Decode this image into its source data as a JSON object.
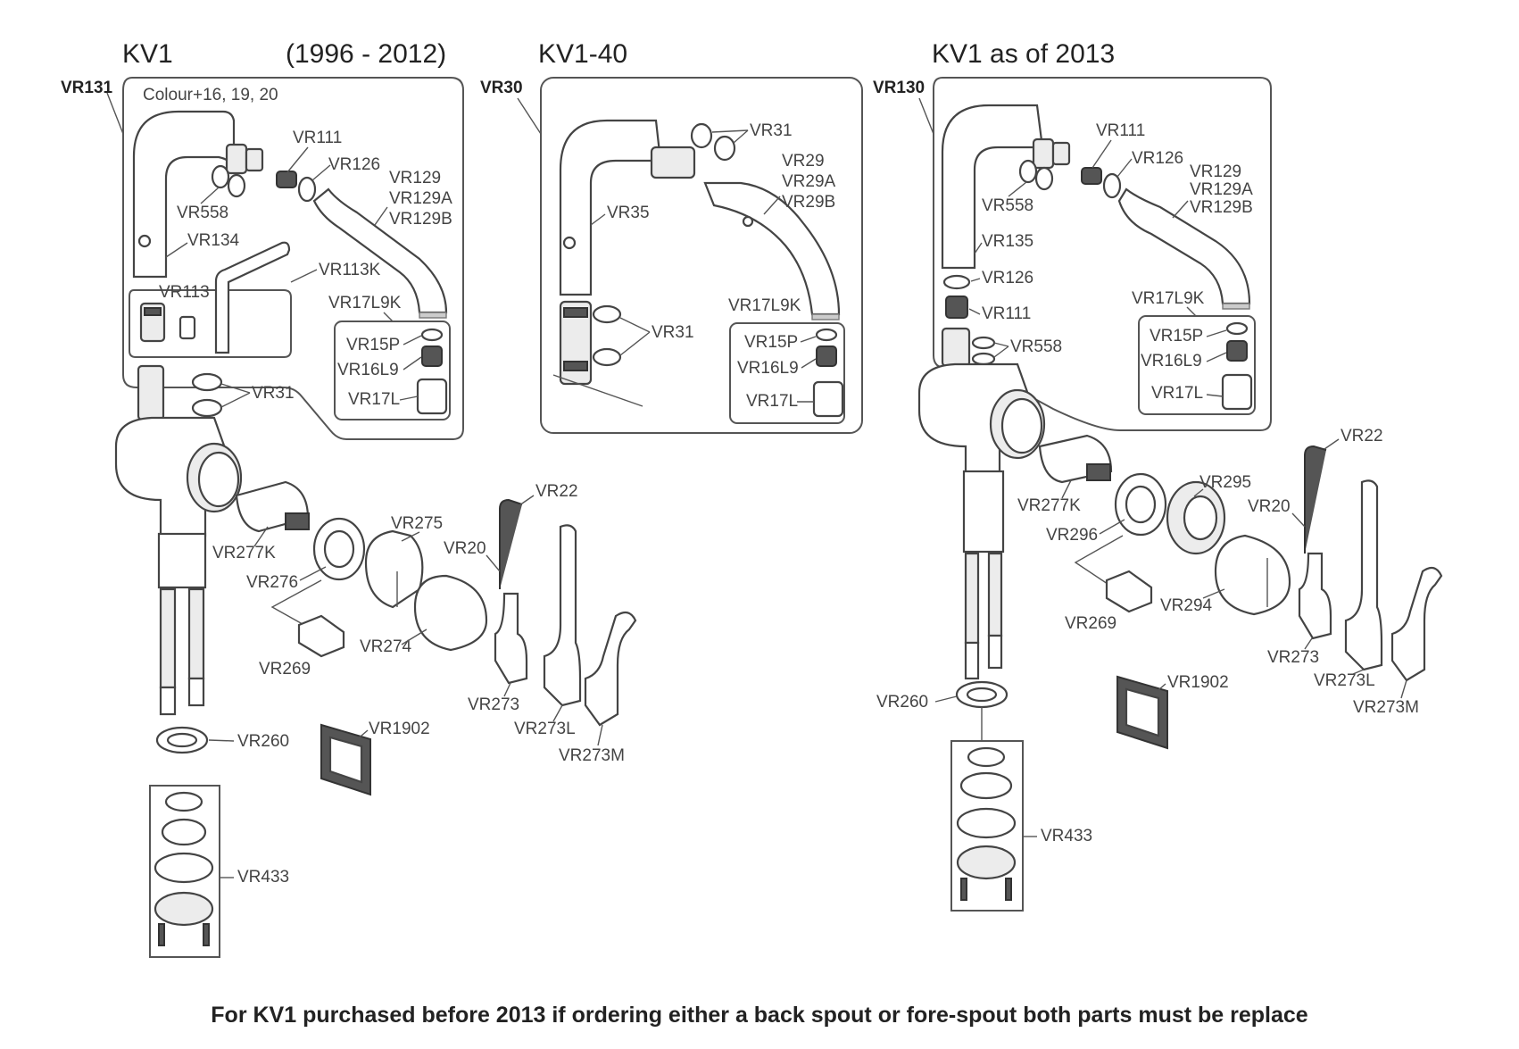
{
  "titles": {
    "kv1_old": "KV1",
    "kv1_old_years": "(1996 - 2012)",
    "kv1_40": "KV1-40",
    "kv1_new": "KV1 as of 2013"
  },
  "panel1": {
    "set": "VR131",
    "colour": "Colour+16, 19, 20",
    "labels": {
      "vr111": "VR111",
      "vr126": "VR126",
      "vr558": "VR558",
      "vr129": "VR129",
      "vr129a": "VR129A",
      "vr129b": "VR129B",
      "vr134": "VR134",
      "vr113k": "VR113K",
      "vr113": "VR113",
      "vr17l9k": "VR17L9K",
      "vr15p": "VR15P",
      "vr16l9": "VR16L9",
      "vr17l": "VR17L",
      "vr31": "VR31"
    }
  },
  "panel2": {
    "set": "VR30",
    "labels": {
      "vr31a": "VR31",
      "vr29": "VR29",
      "vr29a": "VR29A",
      "vr29b": "VR29B",
      "vr35": "VR35",
      "vr31b": "VR31",
      "vr17l9k": "VR17L9K",
      "vr15p": "VR15P",
      "vr16l9": "VR16L9",
      "vr17l": "VR17L"
    }
  },
  "panel3": {
    "set": "VR130",
    "labels": {
      "vr111a": "VR111",
      "vr126a": "VR126",
      "vr558a": "VR558",
      "vr129": "VR129",
      "vr129a": "VR129A",
      "vr129b": "VR129B",
      "vr135": "VR135",
      "vr126b": "VR126",
      "vr111b": "VR111",
      "vr558b": "VR558",
      "vr17l9k": "VR17L9K",
      "vr15p": "VR15P",
      "vr16l9": "VR16L9",
      "vr17l": "VR17L"
    }
  },
  "lower_left": {
    "labels": {
      "vr22": "VR22",
      "vr275": "VR275",
      "vr20": "VR20",
      "vr277k": "VR277K",
      "vr276": "VR276",
      "vr274": "VR274",
      "vr269": "VR269",
      "vr273": "VR273",
      "vr273l": "VR273L",
      "vr273m": "VR273M",
      "vr260": "VR260",
      "vr1902": "VR1902",
      "vr433": "VR433"
    }
  },
  "lower_right": {
    "labels": {
      "vr22": "VR22",
      "vr295": "VR295",
      "vr20": "VR20",
      "vr277k": "VR277K",
      "vr296": "VR296",
      "vr269": "VR269",
      "vr294": "VR294",
      "vr273": "VR273",
      "vr273l": "VR273L",
      "vr273m": "VR273M",
      "vr1902": "VR1902",
      "vr260": "VR260",
      "vr433": "VR433"
    }
  },
  "footer": "For KV1 purchased before 2013 if ordering either a back spout or fore-spout both parts must be replace"
}
